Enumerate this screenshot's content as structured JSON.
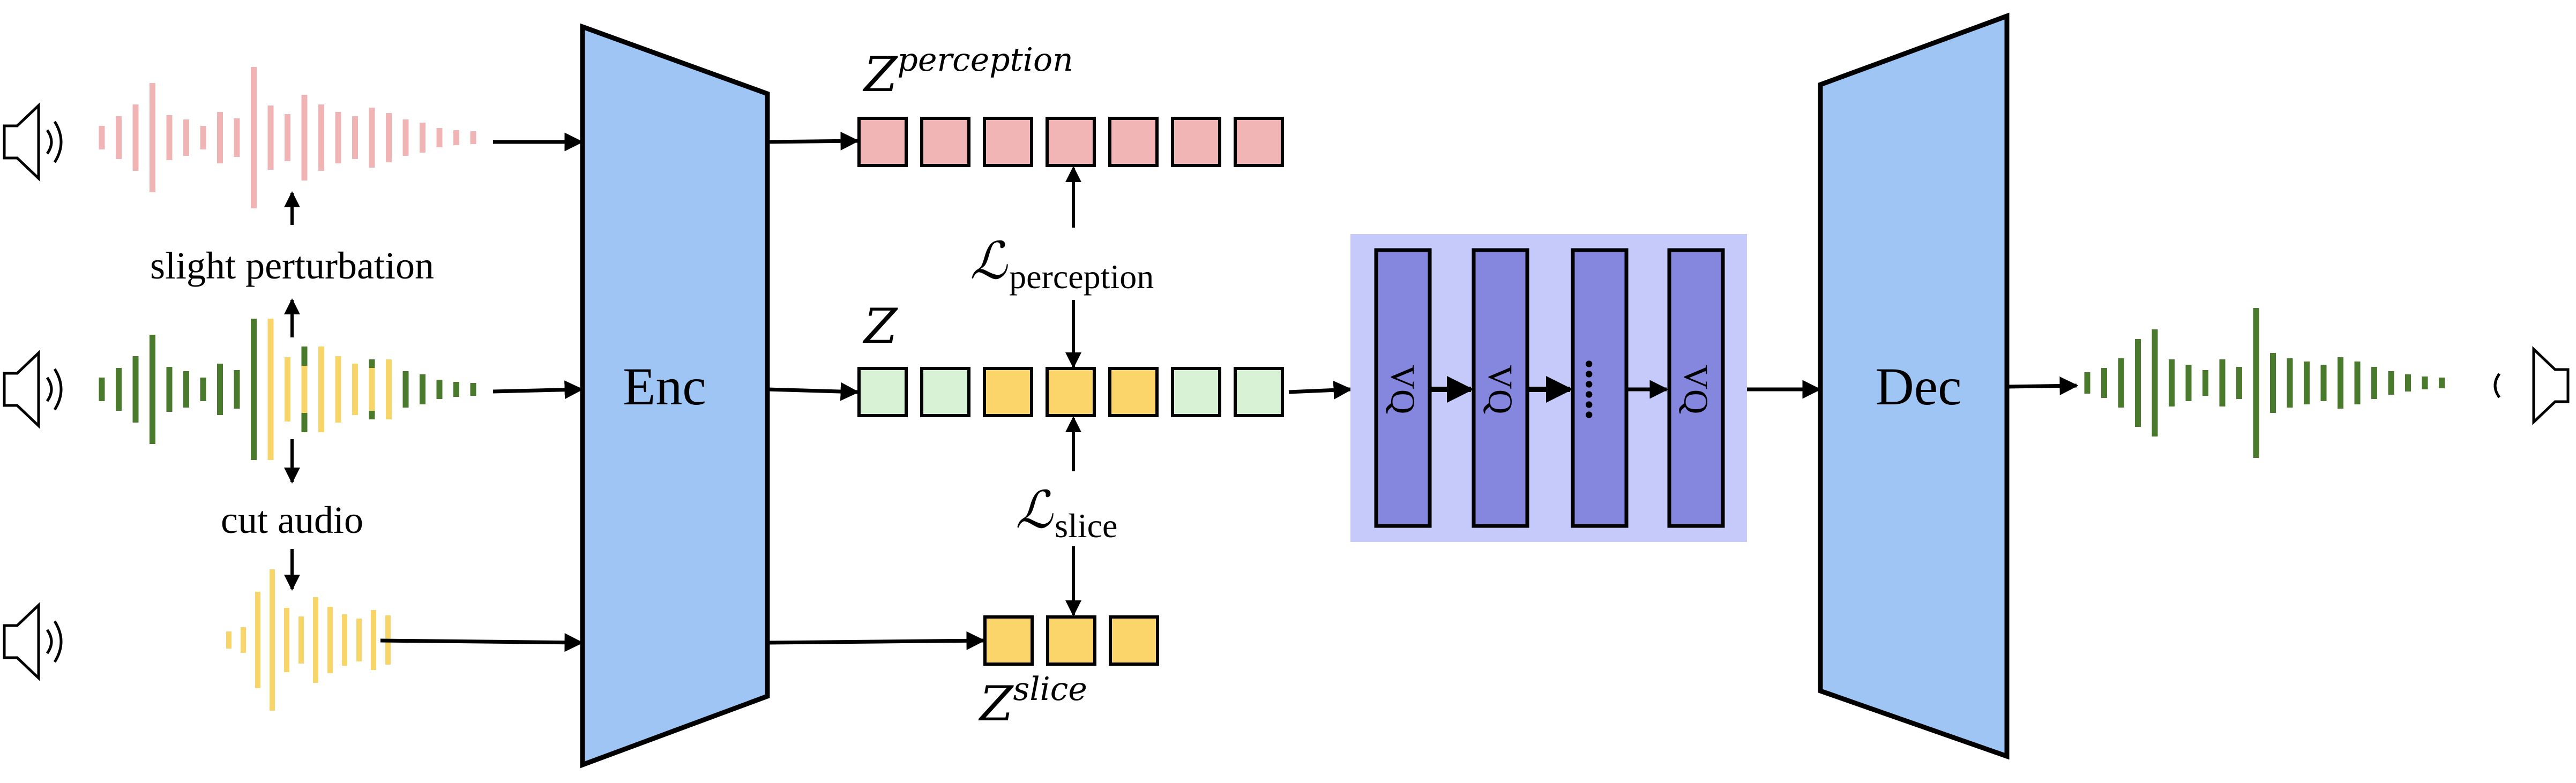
{
  "labels": {
    "perturbation": "slight perturbation",
    "cut": "cut audio",
    "encoder": "Enc",
    "decoder": "Dec",
    "vq": "VQ",
    "dots": "......",
    "z_perception_base": "Z",
    "z_perception_sup": "perception",
    "z_base": "Z",
    "z_slice_base": "Z",
    "z_slice_sup": "slice",
    "loss_perception_script": "ℒ",
    "loss_perception_sub": "perception",
    "loss_slice_script": "ℒ",
    "loss_slice_sub": "slice"
  },
  "colors": {
    "pink_wave": "#f0b4b4",
    "green_wave": "#4a7a2c",
    "yellow_wave": "#f7d568",
    "encoder_fill": "#9fc5f5",
    "decoder_fill": "#9fc5f5",
    "vq_panel": "#c5cafb",
    "vq_block": "#8487dd",
    "token_pink": "#f1b5b5",
    "token_green": "#d8f2d6",
    "token_yellow": "#fbd56a",
    "stroke": "#000000"
  },
  "tokens": {
    "perception": [
      "pink",
      "pink",
      "pink",
      "pink",
      "pink",
      "pink",
      "pink"
    ],
    "z": [
      "green",
      "green",
      "yellow",
      "yellow",
      "yellow",
      "green",
      "green"
    ],
    "slice": [
      "yellow",
      "yellow",
      "yellow"
    ]
  },
  "icons": [
    "speaker-icon",
    "speaker-icon",
    "speaker-icon",
    "speaker-icon"
  ]
}
